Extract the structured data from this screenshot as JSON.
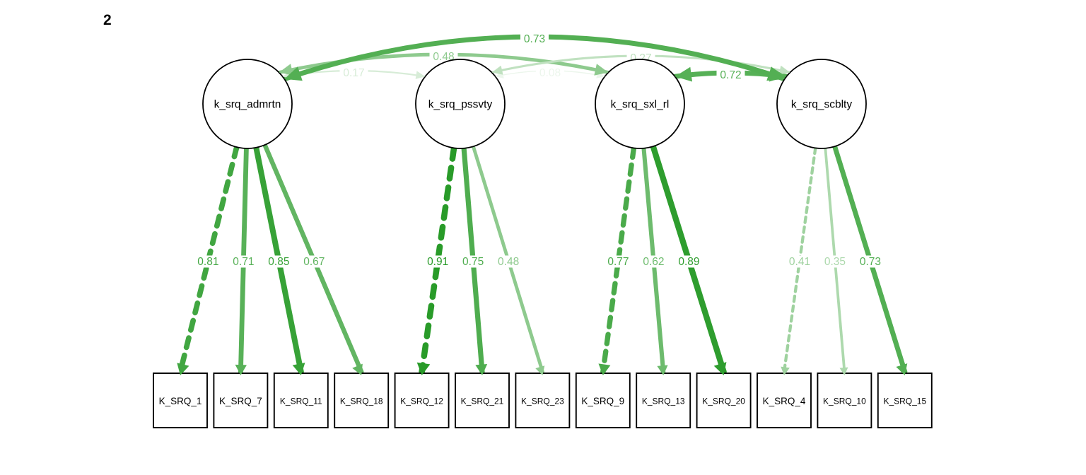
{
  "figure": {
    "index_label": "2",
    "background": "#ffffff",
    "node_fill": "#ffffff",
    "node_stroke": "#000000",
    "text_color": "#000000",
    "edge_positive_base": "#009900"
  },
  "model": {
    "latents": [
      {
        "label": "k_srq_admrtn",
        "indicators": [
          {
            "label": "K_SRQ_1",
            "loading": 0.81,
            "dashed": true
          },
          {
            "label": "K_SRQ_7",
            "loading": 0.71,
            "dashed": false
          },
          {
            "label": "K_SRQ_11",
            "loading": 0.85,
            "dashed": false
          },
          {
            "label": "K_SRQ_18",
            "loading": 0.67,
            "dashed": false
          }
        ]
      },
      {
        "label": "k_srq_pssvty",
        "indicators": [
          {
            "label": "K_SRQ_12",
            "loading": 0.91,
            "dashed": true
          },
          {
            "label": "K_SRQ_21",
            "loading": 0.75,
            "dashed": false
          },
          {
            "label": "K_SRQ_23",
            "loading": 0.48,
            "dashed": false
          }
        ]
      },
      {
        "label": "k_srq_sxl_rl",
        "indicators": [
          {
            "label": "K_SRQ_9",
            "loading": 0.77,
            "dashed": true
          },
          {
            "label": "K_SRQ_13",
            "loading": 0.62,
            "dashed": false
          },
          {
            "label": "K_SRQ_20",
            "loading": 0.89,
            "dashed": false
          }
        ]
      },
      {
        "label": "k_srq_scblty",
        "indicators": [
          {
            "label": "K_SRQ_4",
            "loading": 0.41,
            "dashed": true
          },
          {
            "label": "K_SRQ_10",
            "loading": 0.35,
            "dashed": false
          },
          {
            "label": "K_SRQ_15",
            "loading": 0.73,
            "dashed": false
          }
        ]
      }
    ],
    "covariances": [
      {
        "from": "k_srq_pssvty",
        "to": "k_srq_sxl_rl",
        "value": 0.08
      },
      {
        "from": "k_srq_admrtn",
        "to": "k_srq_pssvty",
        "value": 0.17
      },
      {
        "from": "k_srq_admrtn",
        "to": "k_srq_sxl_rl",
        "value": 0.48
      },
      {
        "from": "k_srq_pssvty",
        "to": "k_srq_scblty",
        "value": 0.27
      },
      {
        "from": "k_srq_sxl_rl",
        "to": "k_srq_scblty",
        "value": 0.72
      },
      {
        "from": "k_srq_admrtn",
        "to": "k_srq_scblty",
        "value": 0.73
      }
    ]
  }
}
